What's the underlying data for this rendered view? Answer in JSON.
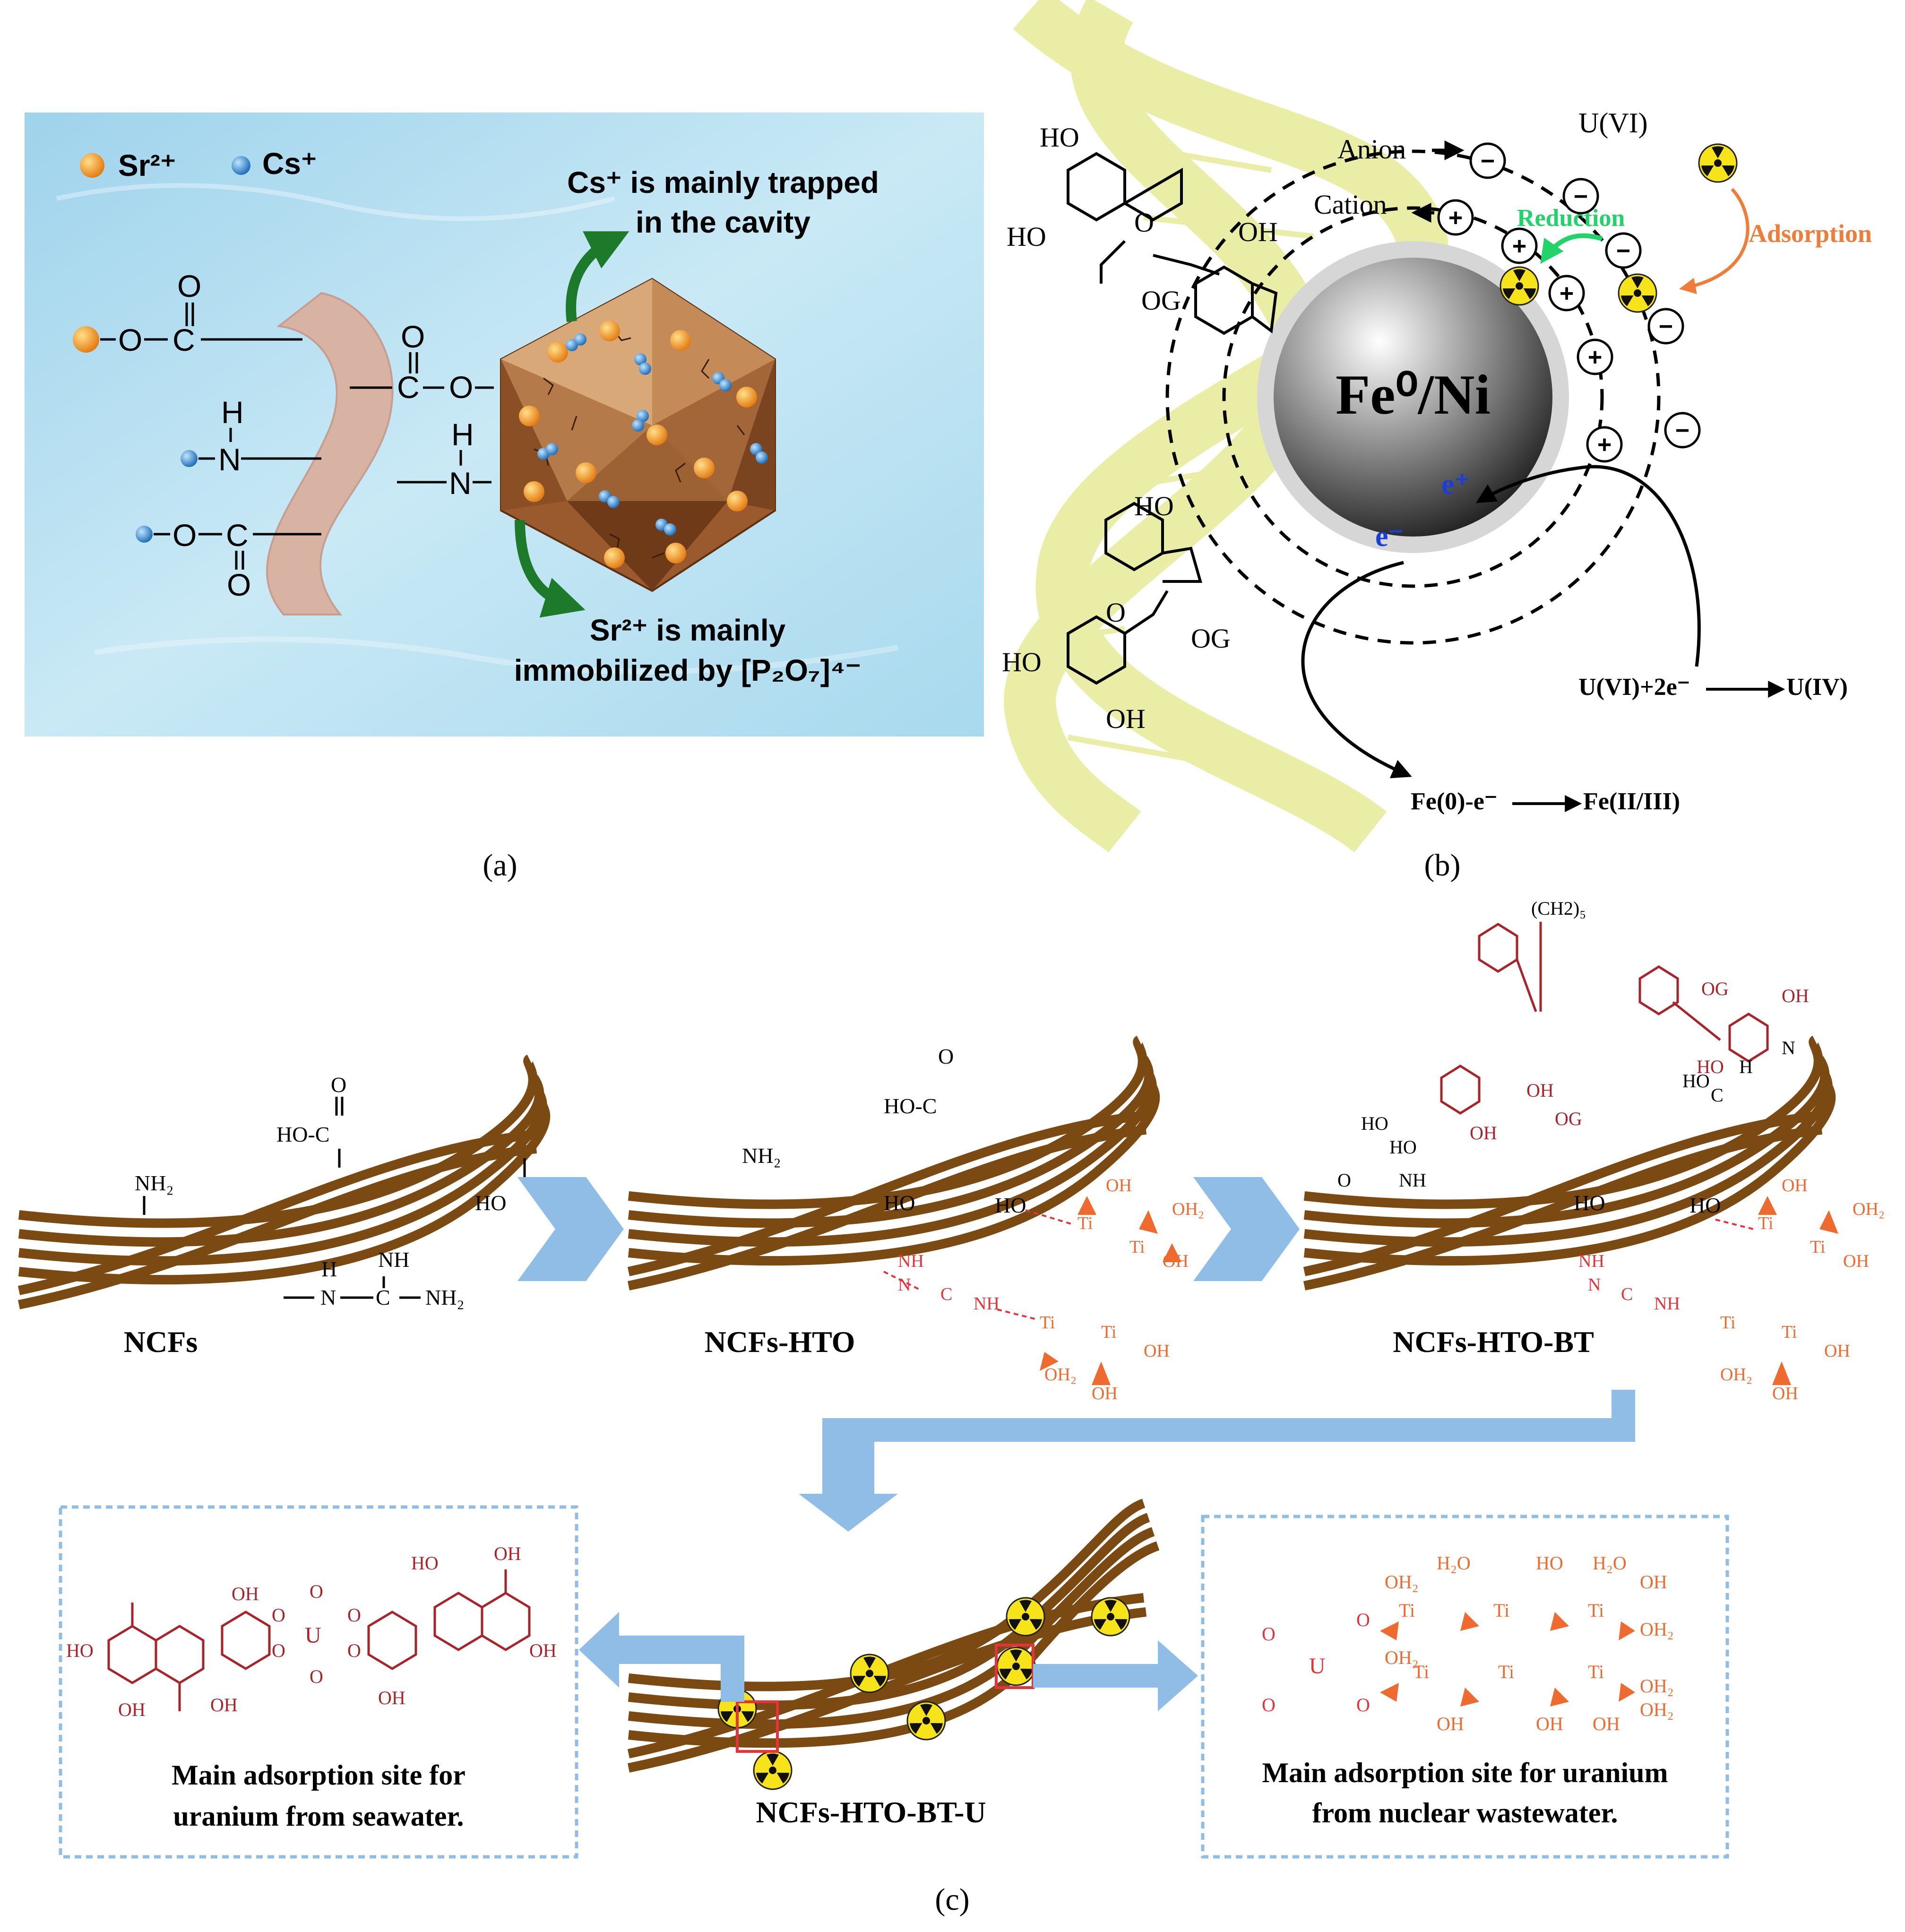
{
  "panel_a": {
    "caption": "(a)",
    "legend_sr": "Sr²⁺",
    "legend_cs": "Cs⁺",
    "cs_note_line1": "Cs⁺ is mainly trapped",
    "cs_note_line2": "in the cavity",
    "sr_note_line1": "Sr²⁺  is mainly",
    "sr_note_line2": "immobilized by [P₂O₇]⁴⁻",
    "colors": {
      "sr": "#f39214",
      "cs": "#2a8fd6",
      "fiber": "#d8b3a4",
      "cage": "#9a5a2e",
      "arrow": "#1d7a2a"
    }
  },
  "panel_b": {
    "caption": "(b)",
    "core_label": "Fe⁰/Ni",
    "anion": "Anion",
    "cation": "Cation",
    "reduction": "Reduction",
    "adsorption": "Adsorption",
    "uvi": "U(VI)",
    "e_plus": "e⁺",
    "e_minus": "e⁻",
    "reaction_u": "U(VI)+2e⁻",
    "reaction_u_product": "U(IV)",
    "reaction_fe": "Fe(0)-e⁻",
    "reaction_fe_product": "Fe(II/III)",
    "chem_labels": {
      "ho1": "HO",
      "ho2": "HO",
      "oh1": "OH",
      "og1": "OG",
      "o1": "O",
      "ho3": "HO",
      "o2": "O",
      "og2": "OG",
      "ho4": "HO",
      "oh2": "OH"
    },
    "colors": {
      "helix": "#e7ec9c",
      "reduction": "#22d36a",
      "adsorption": "#f07c3a"
    }
  },
  "panel_c": {
    "caption": "(c)",
    "stage1": "NCFs",
    "stage2": "NCFs-HTO",
    "stage3": "NCFs-HTO-BT",
    "stage4": "NCFs-HTO-BT-U",
    "box_left_line1": "Main adsorption site for",
    "box_left_line2": "uranium from seawater.",
    "box_right_line1": "Main adsorption site for uranium",
    "box_right_line2": "from nuclear wastewater.",
    "group_labels": {
      "nh2": "NH₂",
      "hoc": "HO-C",
      "o": "O",
      "ho": "HO",
      "nh": "NH",
      "n": "N",
      "c": "C",
      "h": "H",
      "ti": "Ti",
      "oh": "OH",
      "oh2": "OH₂",
      "h2o": "H₂O",
      "og": "OG",
      "ch2": "(CH2)₅",
      "u": "U"
    },
    "colors": {
      "fiber": "#7b4a12",
      "arrow": "#8fbde6",
      "tio": "#ef6a2e",
      "bt": "#a8242a",
      "redline": "#e5333a"
    }
  }
}
